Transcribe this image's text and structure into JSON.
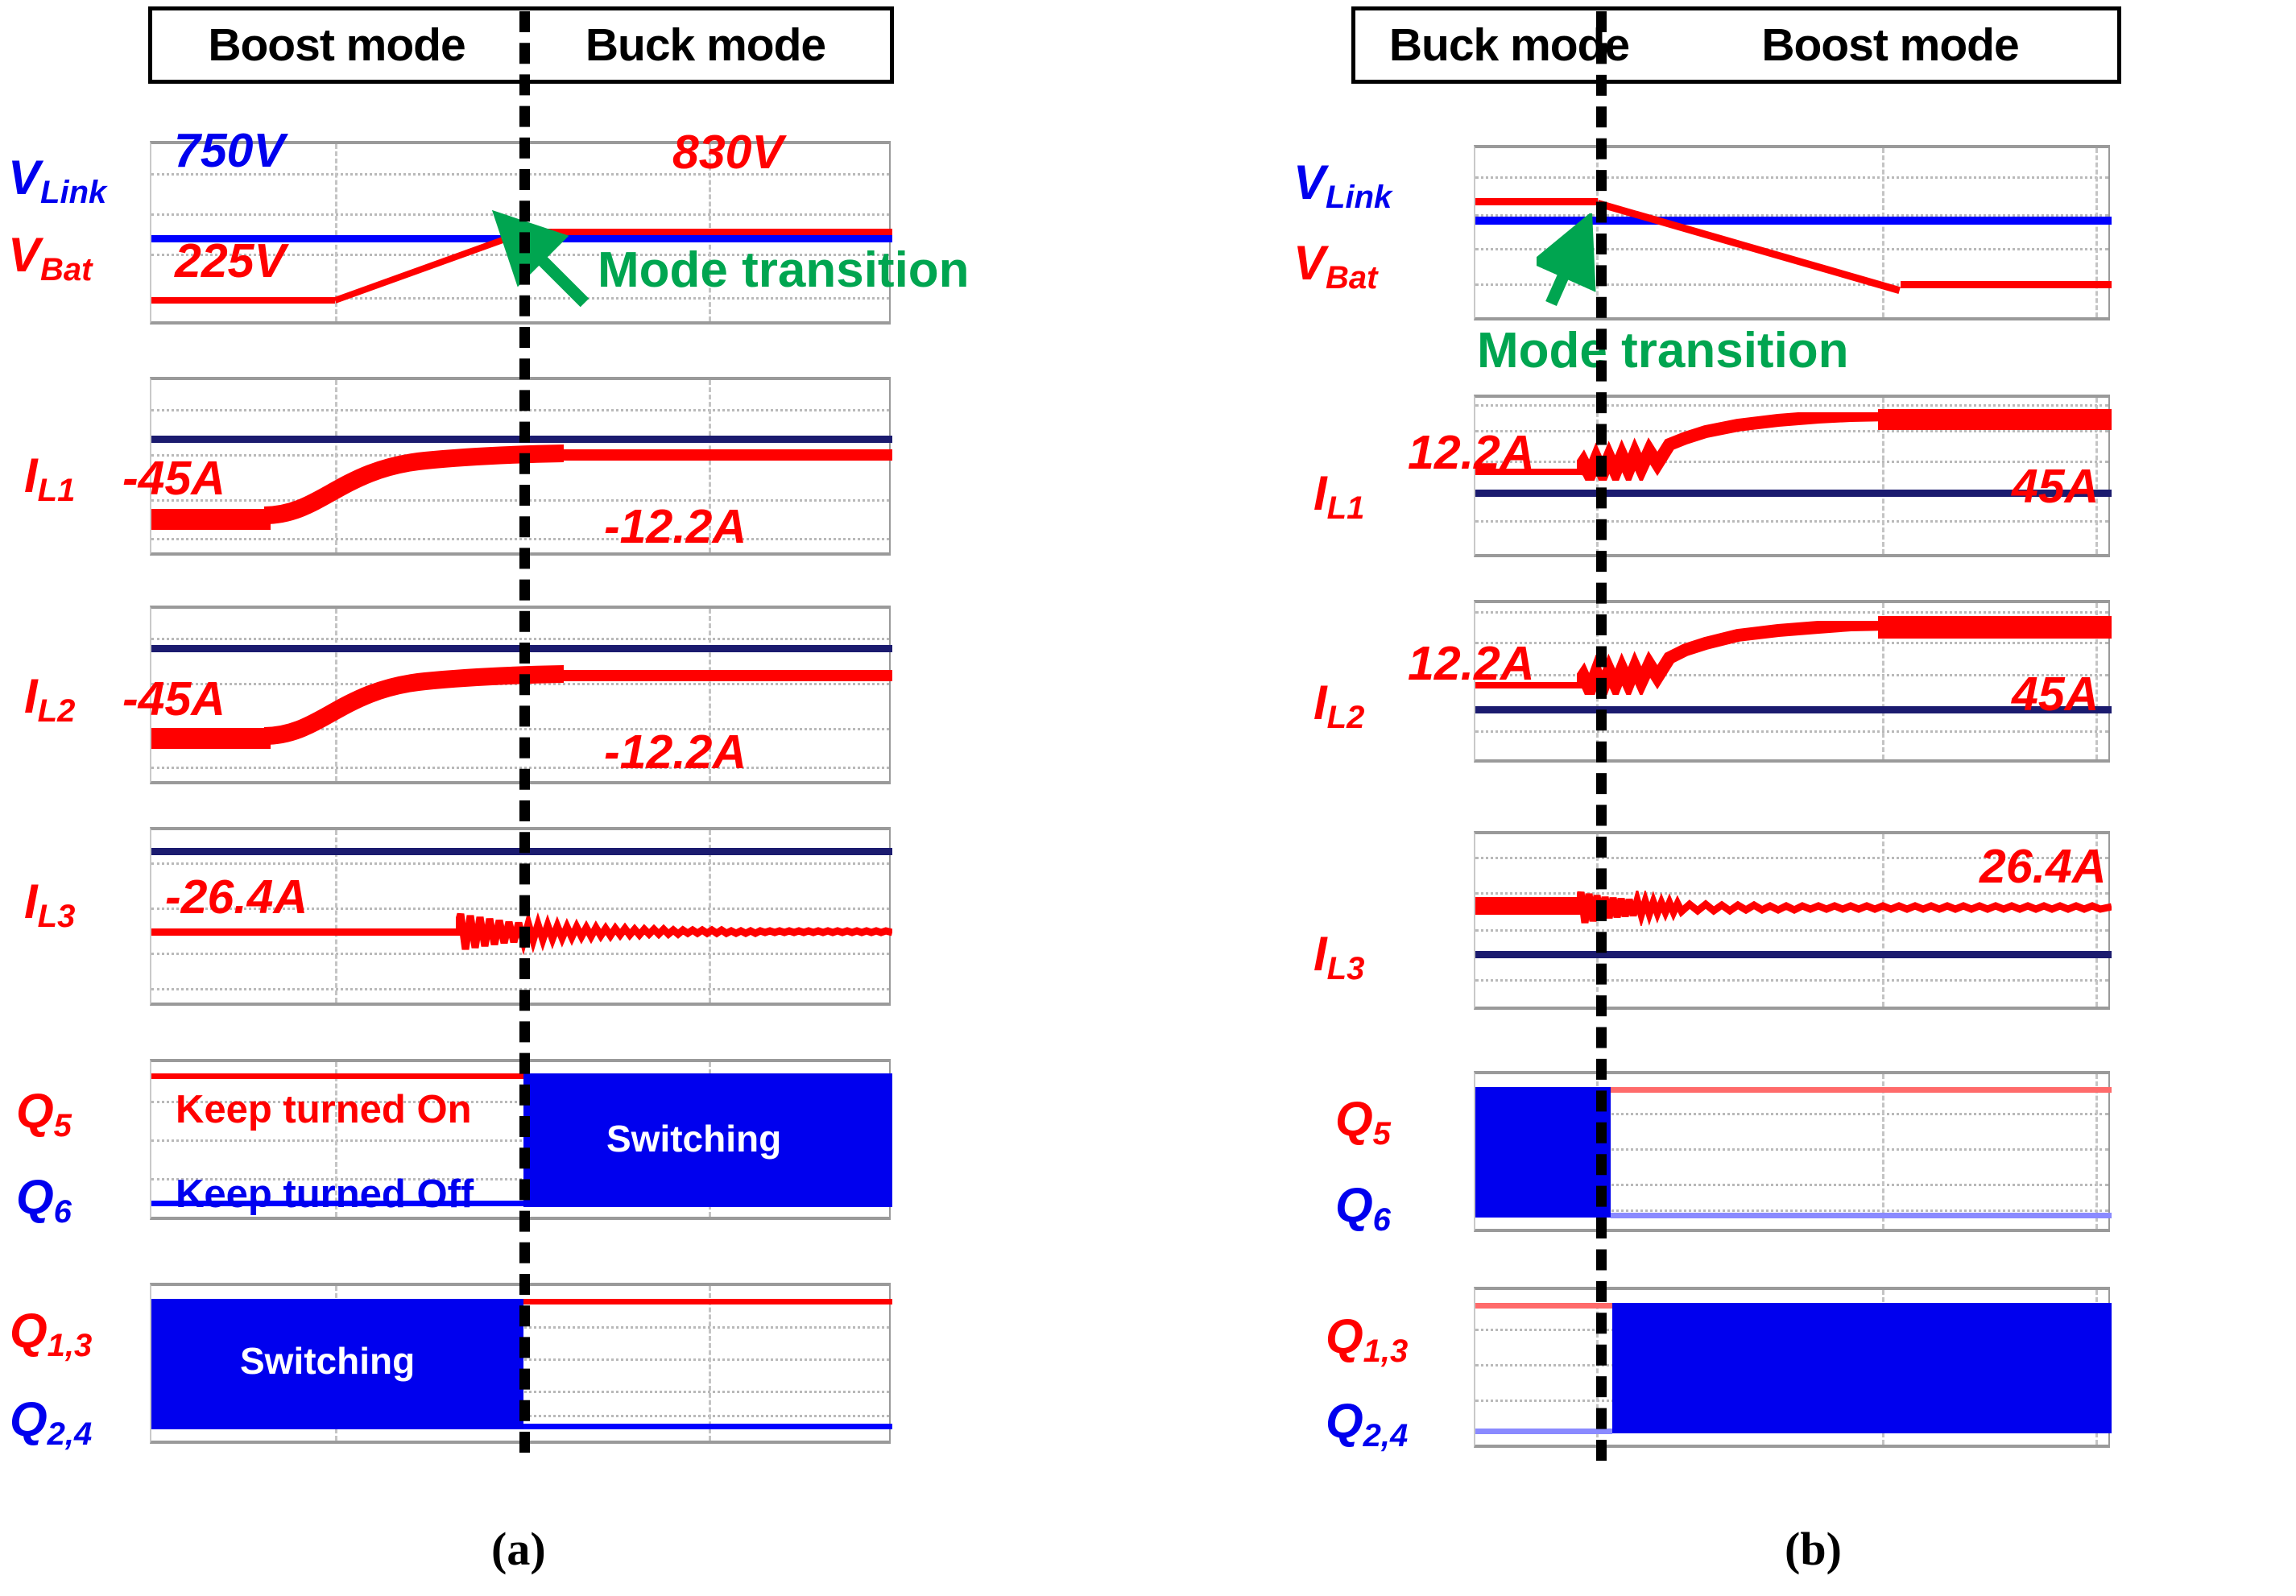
{
  "figure": {
    "caption_a": "(a)",
    "caption_b": "(b)"
  },
  "chart_data": {
    "type": "line",
    "title": "Bidirectional converter mode transition oscilloscope waveforms",
    "panels": [
      {
        "id": "a",
        "caption": "(a)",
        "mode_left": "Boost mode",
        "mode_right": "Buck mode",
        "transition_label": "Mode transition",
        "transition_x_fraction": 0.5,
        "traces": [
          {
            "name": "V_Link / V_Bat",
            "labels": [
              "V",
              "Link",
              "V",
              "Bat"
            ],
            "signal_labels": [
              {
                "base": "V",
                "sub": "Link",
                "color": "#0000ee"
              },
              {
                "base": "V",
                "sub": "Bat",
                "color": "#ff0000"
              }
            ],
            "annotations": [
              {
                "text": "750V",
                "color": "#0000ee",
                "side": "left"
              },
              {
                "text": "225V",
                "color": "#ff0000",
                "side": "left"
              },
              {
                "text": "830V",
                "color": "#ff0000",
                "side": "right"
              }
            ],
            "description": "V_Link flat blue; V_Bat red ramps up from 225V and settles above link at 830V"
          },
          {
            "name": "I_L1",
            "signal_labels": [
              {
                "base": "I",
                "sub": "L1",
                "color": "#ff0000"
              }
            ],
            "annotations": [
              {
                "text": "-45A",
                "color": "#ff0000",
                "side": "left"
              },
              {
                "text": "-12.2A",
                "color": "#ff0000",
                "side": "right"
              }
            ],
            "values": {
              "before": -45,
              "after": -12.2,
              "unit": "A"
            }
          },
          {
            "name": "I_L2",
            "signal_labels": [
              {
                "base": "I",
                "sub": "L2",
                "color": "#ff0000"
              }
            ],
            "annotations": [
              {
                "text": "-45A",
                "color": "#ff0000",
                "side": "left"
              },
              {
                "text": "-12.2A",
                "color": "#ff0000",
                "side": "right"
              }
            ],
            "values": {
              "before": -45,
              "after": -12.2,
              "unit": "A"
            }
          },
          {
            "name": "I_L3",
            "signal_labels": [
              {
                "base": "I",
                "sub": "L3",
                "color": "#ff0000"
              }
            ],
            "annotations": [
              {
                "text": "-26.4A",
                "color": "#ff0000",
                "side": "left"
              }
            ],
            "values": {
              "before": -26.4,
              "unit": "A"
            }
          },
          {
            "name": "Q5 / Q6",
            "signal_labels": [
              {
                "base": "Q",
                "sub": "5",
                "color": "#ff0000"
              },
              {
                "base": "Q",
                "sub": "6",
                "color": "#0000ee"
              }
            ],
            "annotations": [
              {
                "text": "Keep turned On",
                "color": "#ff0000",
                "side": "left"
              },
              {
                "text": "Keep turned Off",
                "color": "#0000ee",
                "side": "left"
              },
              {
                "text": "Switching",
                "color": "#ffffff",
                "side": "right"
              }
            ]
          },
          {
            "name": "Q1,3 / Q2,4",
            "signal_labels": [
              {
                "base": "Q",
                "sub": "1,3",
                "color": "#ff0000"
              },
              {
                "base": "Q",
                "sub": "2,4",
                "color": "#0000ee"
              }
            ],
            "annotations": [
              {
                "text": "Switching",
                "color": "#ffffff",
                "side": "left"
              }
            ]
          }
        ]
      },
      {
        "id": "b",
        "caption": "(b)",
        "mode_left": "Buck mode",
        "mode_right": "Boost mode",
        "transition_label": "Mode transition",
        "transition_x_fraction": 0.5,
        "traces": [
          {
            "name": "V_Link / V_Bat",
            "signal_labels": [
              {
                "base": "V",
                "sub": "Link",
                "color": "#0000ee"
              },
              {
                "base": "V",
                "sub": "Bat",
                "color": "#ff0000"
              }
            ],
            "annotations": [],
            "description": "V_Link flat blue; V_Bat red ramps down across transition and settles low"
          },
          {
            "name": "I_L1",
            "signal_labels": [
              {
                "base": "I",
                "sub": "L1",
                "color": "#ff0000"
              }
            ],
            "annotations": [
              {
                "text": "12.2A",
                "color": "#ff0000",
                "side": "left"
              },
              {
                "text": "45A",
                "color": "#ff0000",
                "side": "right"
              }
            ],
            "values": {
              "before": 12.2,
              "after": 45,
              "unit": "A"
            }
          },
          {
            "name": "I_L2",
            "signal_labels": [
              {
                "base": "I",
                "sub": "L2",
                "color": "#ff0000"
              }
            ],
            "annotations": [
              {
                "text": "12.2A",
                "color": "#ff0000",
                "side": "left"
              },
              {
                "text": "45A",
                "color": "#ff0000",
                "side": "right"
              }
            ],
            "values": {
              "before": 12.2,
              "after": 45,
              "unit": "A"
            }
          },
          {
            "name": "I_L3",
            "signal_labels": [
              {
                "base": "I",
                "sub": "L3",
                "color": "#ff0000"
              }
            ],
            "annotations": [
              {
                "text": "26.4A",
                "color": "#ff0000",
                "side": "right"
              }
            ],
            "values": {
              "after": 26.4,
              "unit": "A"
            }
          },
          {
            "name": "Q5 / Q6",
            "signal_labels": [
              {
                "base": "Q",
                "sub": "5",
                "color": "#ff0000"
              },
              {
                "base": "Q",
                "sub": "6",
                "color": "#0000ee"
              }
            ],
            "annotations": []
          },
          {
            "name": "Q1,3 / Q2,4",
            "signal_labels": [
              {
                "base": "Q",
                "sub": "1,3",
                "color": "#ff0000"
              },
              {
                "base": "Q",
                "sub": "2,4",
                "color": "#0000ee"
              }
            ],
            "annotations": []
          }
        ]
      }
    ],
    "colors": {
      "v_link": "#0000ee",
      "v_bat": "#ff0000",
      "current": "#ff0000",
      "switching_fill": "#0000ee",
      "annotation": "#00a550",
      "marker": "#000000"
    }
  },
  "panel_a": {
    "mode_left": "Boost mode",
    "mode_right": "Buck mode",
    "v_link": {
      "base": "V",
      "sub": "Link"
    },
    "v_bat": {
      "base": "V",
      "sub": "Bat"
    },
    "v750": "750V",
    "v225": "225V",
    "v830": "830V",
    "mode_transition": "Mode transition",
    "il1": {
      "base": "I",
      "sub": "L1"
    },
    "il1_left": "-45A",
    "il1_right": "-12.2A",
    "il2": {
      "base": "I",
      "sub": "L2"
    },
    "il2_left": "-45A",
    "il2_right": "-12.2A",
    "il3": {
      "base": "I",
      "sub": "L3"
    },
    "il3_left": "-26.4A",
    "q5": {
      "base": "Q",
      "sub": "5"
    },
    "q6": {
      "base": "Q",
      "sub": "6"
    },
    "keep_on": "Keep turned On",
    "keep_off": "Keep turned Off",
    "switching_q56": "Switching",
    "q13": {
      "base": "Q",
      "sub": "1,3"
    },
    "q24": {
      "base": "Q",
      "sub": "2,4"
    },
    "switching_q1234": "Switching",
    "caption": "(a)"
  },
  "panel_b": {
    "mode_left": "Buck mode",
    "mode_right": "Boost mode",
    "v_link": {
      "base": "V",
      "sub": "Link"
    },
    "v_bat": {
      "base": "V",
      "sub": "Bat"
    },
    "mode_transition": "Mode transition",
    "il1": {
      "base": "I",
      "sub": "L1"
    },
    "il1_left": "12.2A",
    "il1_right": "45A",
    "il2": {
      "base": "I",
      "sub": "L2"
    },
    "il2_left": "12.2A",
    "il2_right": "45A",
    "il3": {
      "base": "I",
      "sub": "L3"
    },
    "il3_right": "26.4A",
    "q5": {
      "base": "Q",
      "sub": "5"
    },
    "q6": {
      "base": "Q",
      "sub": "6"
    },
    "q13": {
      "base": "Q",
      "sub": "1,3"
    },
    "q24": {
      "base": "Q",
      "sub": "2,4"
    },
    "caption": "(b)"
  }
}
